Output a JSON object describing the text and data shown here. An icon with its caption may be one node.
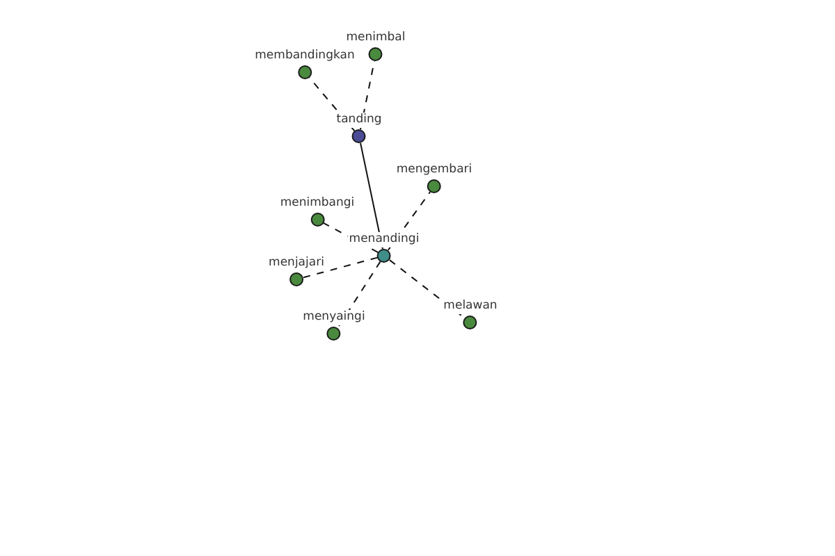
{
  "diagram": {
    "nodes": [
      {
        "text": [
          "membandingkan"
        ]
      },
      {
        "text": [
          "menimbal"
        ]
      },
      {
        "text": [
          "tanding"
        ]
      },
      {
        "text": [
          "mengembari"
        ]
      },
      {
        "text": [
          "menimbangi"
        ]
      },
      {
        "text": [
          "menandingi"
        ]
      },
      {
        "text": [
          "menjajari"
        ]
      },
      {
        "text": [
          "menyaingi"
        ]
      },
      {
        "text": [
          "melawan"
        ]
      }
    ],
    "edges": [
      {
        "from": 2,
        "to": 0,
        "arrow": "none",
        "style": "dashed"
      },
      {
        "from": 2,
        "to": 1,
        "arrow": "none",
        "style": "dashed"
      },
      {
        "from": 2,
        "to": 5,
        "arrow": "none"
      },
      {
        "from": 5,
        "to": 3,
        "arrow": "none",
        "style": "dashed"
      },
      {
        "from": 5,
        "to": 4,
        "arrow": "none",
        "style": "dashed"
      },
      {
        "from": 5,
        "to": 6,
        "arrow": "none",
        "style": "dashed"
      },
      {
        "from": 5,
        "to": 7,
        "arrow": "none",
        "style": "dashed"
      },
      {
        "from": 5,
        "to": 8,
        "arrow": "none",
        "style": "dashed"
      }
    ]
  }
}
